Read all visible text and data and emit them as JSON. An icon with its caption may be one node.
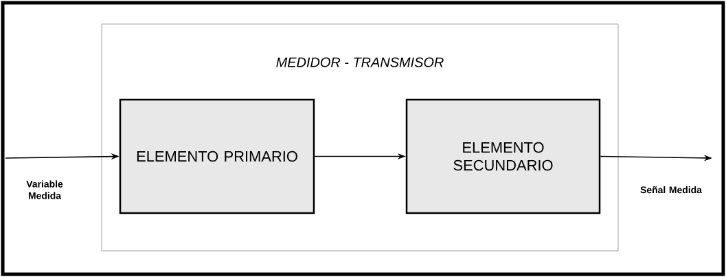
{
  "diagram": {
    "nodes": [
      {
        "text": [
          "MEDIDOR - TRANSMISOR"
        ]
      },
      {
        "text": [
          "ELEMENTO PRIMARIO"
        ],
        "in": 0
      },
      {
        "text": [
          "ELEMENTO SECUNDARIO"
        ],
        "in": 0
      }
    ],
    "edges": [
      {
        "from": null,
        "to": 1,
        "arrow": "to",
        "label": "Variable Medida"
      },
      {
        "from": 1,
        "to": 2,
        "arrow": "to"
      },
      {
        "from": 2,
        "to": null,
        "arrow": "to",
        "label": "Señal Medida"
      }
    ]
  }
}
